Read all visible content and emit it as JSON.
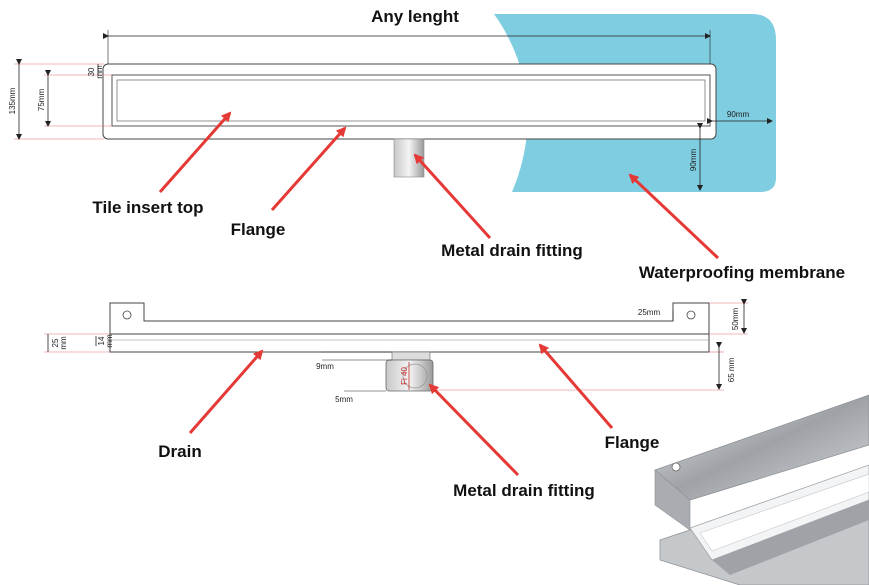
{
  "top_view": {
    "title": "Any lenght",
    "dims": {
      "d30": "30\nmm",
      "d135": "135mm",
      "d75": "75mm",
      "d90h": "90mm",
      "d90v": "90mm"
    },
    "labels": {
      "tile_insert": "Tile insert top",
      "flange": "Flange",
      "fitting": "Metal drain fitting",
      "membrane": "Waterproofing membrane"
    }
  },
  "side_view": {
    "dims": {
      "d25mm_right": "25mm",
      "d50": "50mm",
      "d25_left": "25\nmm",
      "d14": "14\nmm",
      "d9": "9mm",
      "d5": "5mm",
      "d65": "65 mm",
      "fi40": "Fi 40"
    },
    "labels": {
      "drain": "Drain",
      "flange": "Flange",
      "fitting": "Metal drain fitting"
    }
  },
  "colors": {
    "membrane": "#7fcde0",
    "arrow": "#e53935",
    "dimension_red": "#c62828",
    "steel": "#b9bcc0"
  }
}
